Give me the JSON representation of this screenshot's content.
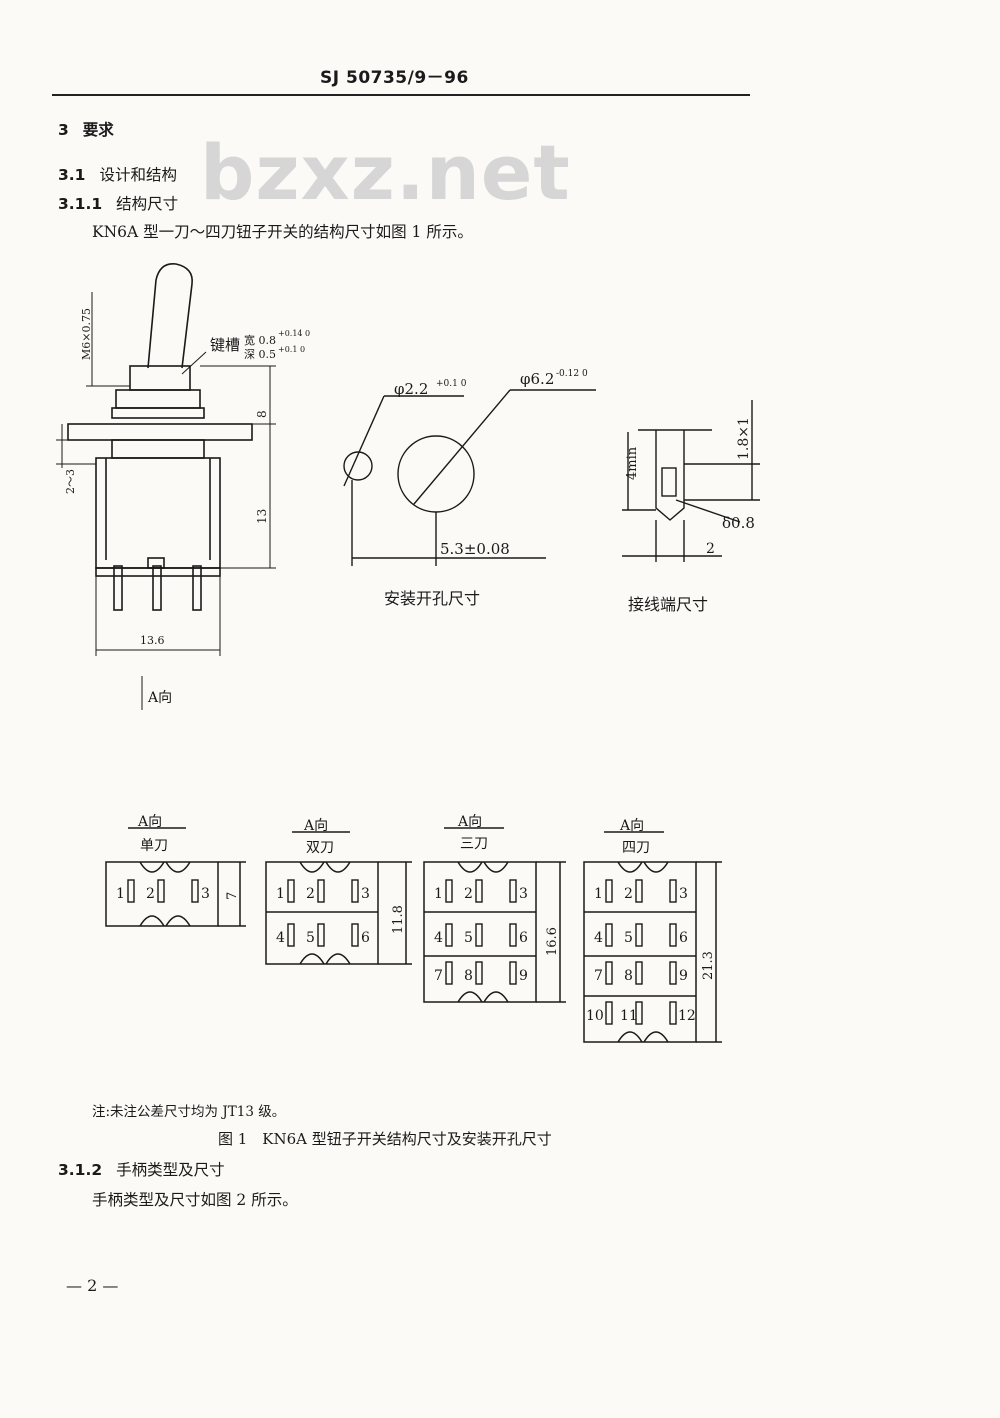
{
  "header": "SJ 50735/9－96",
  "watermark": "bzxz.net",
  "sections": {
    "s3_num": "3",
    "s3_title": "要求",
    "s31_num": "3.1",
    "s31_title": "设计和结构",
    "s311_num": "3.1.1",
    "s311_title": "结构尺寸",
    "s311_text": "KN6A 型一刀～四刀钮子开关的结构尺寸如图 1 所示。",
    "s312_num": "3.1.2",
    "s312_title": "手柄类型及尺寸",
    "s312_text": "手柄类型及尺寸如图 2 所示。"
  },
  "figure": {
    "thread_label": "M6×0.75",
    "keyslot_label": "键槽",
    "keyslot_width": "宽 0.8",
    "keyslot_width_tol": "+0.14 0",
    "keyslot_depth": "深 0.5",
    "keyslot_depth_tol": "+0.1 0",
    "dim_8": "8",
    "dim_2_3": "2～3",
    "dim_13": "13",
    "dim_13_6": "13.6",
    "view_a": "A向",
    "hole_small": "φ2.2",
    "hole_small_tol": "+0.1 0",
    "hole_large": "φ6.2",
    "hole_large_tol": "-0.12 0",
    "hole_spacing": "5.3±0.08",
    "mount_caption": "安装开孔尺寸",
    "term_4min": "4min",
    "term_1_8x1": "1.8×1",
    "term_delta": "δ0.8",
    "term_2": "2",
    "terminal_caption": "接线端尺寸",
    "views": [
      {
        "view": "A向",
        "name": "单刀",
        "dim": "7"
      },
      {
        "view": "A向",
        "name": "双刀",
        "dim": "11.8"
      },
      {
        "view": "A向",
        "name": "三刀",
        "dim": "16.6"
      },
      {
        "view": "A向",
        "name": "四刀",
        "dim": "21.3"
      }
    ],
    "terminal_numbers": [
      "1",
      "2",
      "3",
      "4",
      "5",
      "6",
      "7",
      "8",
      "9",
      "10",
      "11",
      "12"
    ],
    "note": "注:未注公差尺寸均为 JT13 级。",
    "caption": "图 1　KN6A 型钮子开关结构尺寸及安装开孔尺寸"
  },
  "page_number": "— 2 —"
}
